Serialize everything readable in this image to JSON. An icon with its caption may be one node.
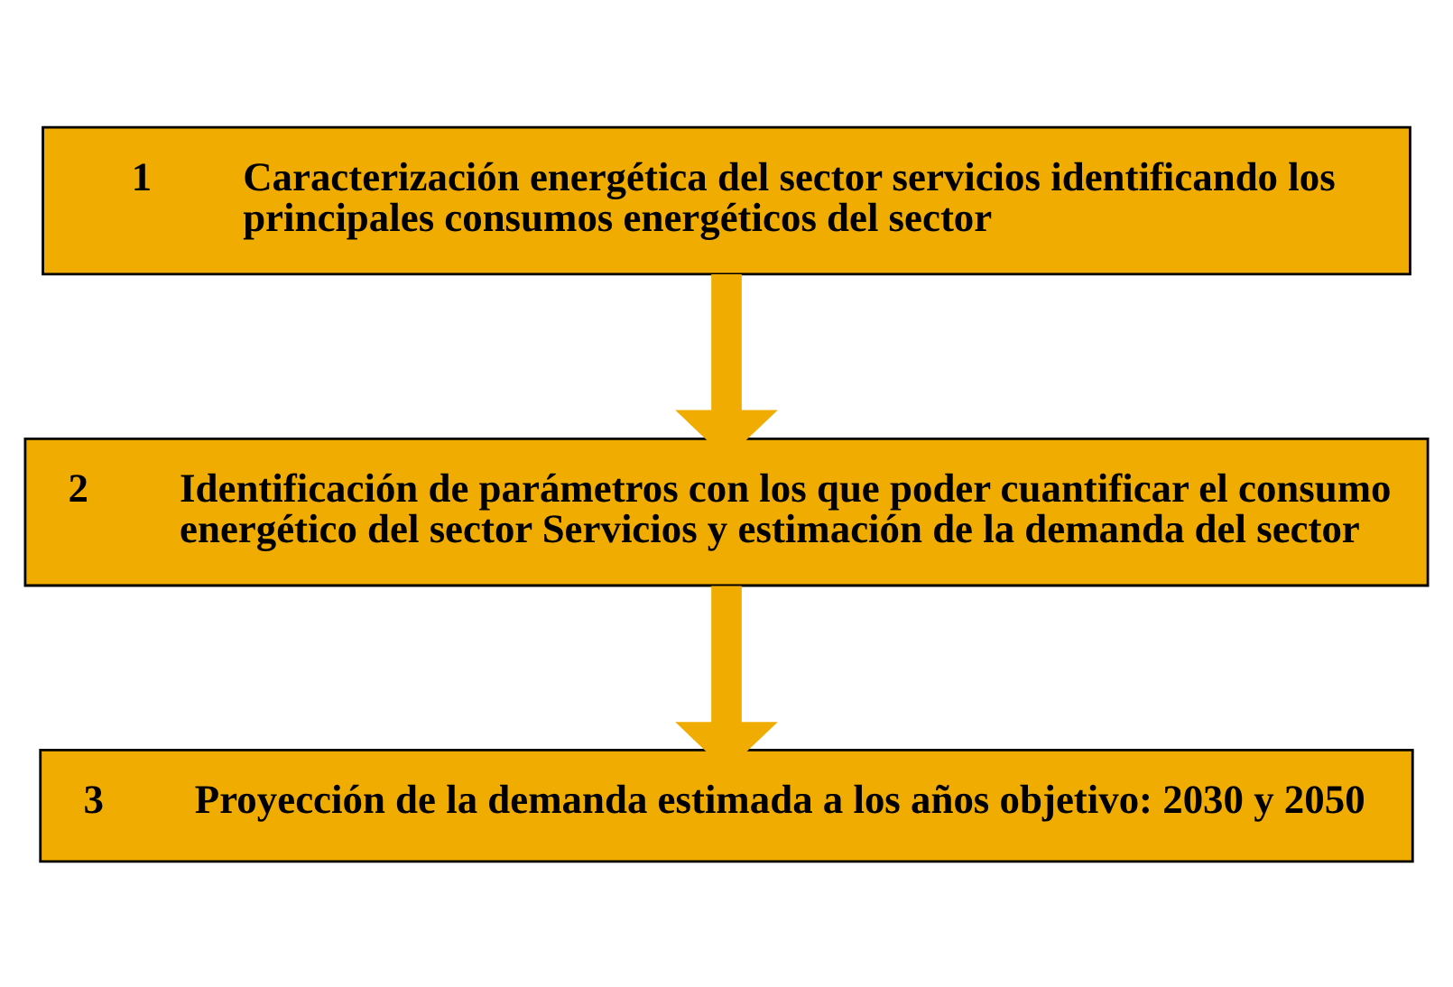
{
  "diagram": {
    "nodes": [
      {
        "text": [
          "1",
          "Caracterización energética del sector servicios identificando los principales consumos energéticos del sector"
        ]
      },
      {
        "text": [
          "2",
          "Identificación de parámetros con los que poder cuantificar el consumo energético del sector Servicios y estimación de la demanda del sector"
        ]
      },
      {
        "text": [
          "3",
          "Proyección de la demanda estimada a los años objetivo: 2030 y 2050"
        ]
      }
    ],
    "edges": [
      {
        "from": 0,
        "to": 1,
        "arrow": "to"
      },
      {
        "from": 1,
        "to": 2,
        "arrow": "to"
      }
    ]
  }
}
